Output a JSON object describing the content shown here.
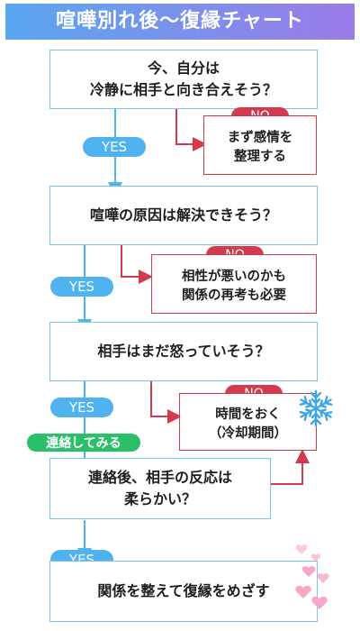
{
  "title": "喧嘩別れ後〜復縁チャート",
  "nodes": {
    "q1": [
      "今、自分は",
      "冷静に相手と向き合えそう？"
    ],
    "q2": [
      "喧嘩の原因は解決できそう？"
    ],
    "q3": [
      "相手はまだ怒っていそう？"
    ],
    "q4": [
      "連絡後、相手の反応は",
      "柔らかい？"
    ],
    "goal": [
      "関係を整えて復縁をめざす"
    ]
  },
  "notes": {
    "n1": [
      "まず感情を",
      "整理する"
    ],
    "n2": [
      "相性が悪いのかも",
      "関係の再考も必要"
    ],
    "n3": [
      "時間をおく",
      "（冷却期間）"
    ]
  },
  "labels": {
    "yes": "YES",
    "no": "NO",
    "contact": "連絡してみる"
  },
  "colors": {
    "yes_blue": "#4fb3f0",
    "no_red": "#d33a4d",
    "contact_green": "#2cbf6a",
    "box_border": "#7cc6ee"
  },
  "decorations": {
    "snowflake": "snowflake-icon",
    "hearts": "hearts-icon"
  }
}
